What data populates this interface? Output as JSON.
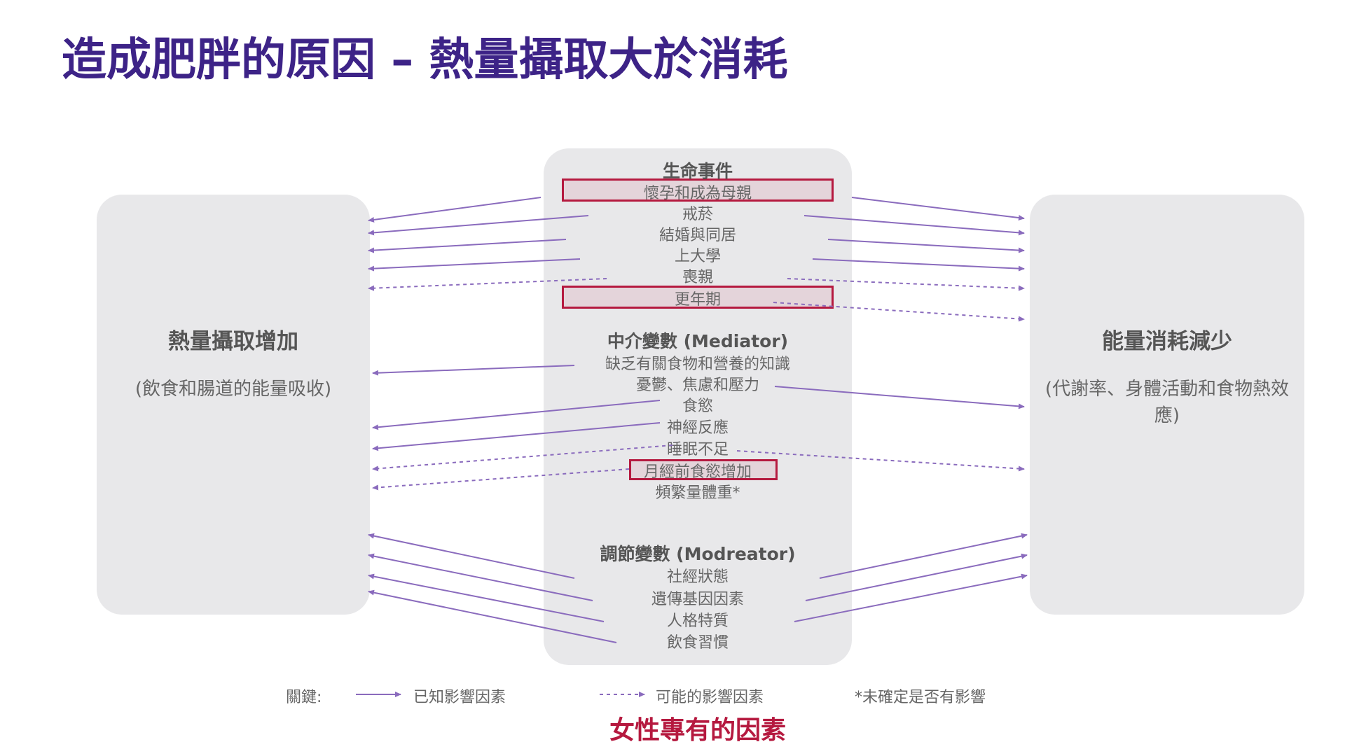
{
  "title": "造成肥胖的原因 – 熱量攝取大於消耗",
  "left_box": {
    "title": "熱量攝取增加",
    "subtitle": "(飲食和腸道的能量吸收)"
  },
  "right_box": {
    "title": "能量消耗減少",
    "subtitle": "(代謝率、身體活動和食物熱效應)"
  },
  "center": {
    "life_events": {
      "heading": "生命事件",
      "items": [
        "懷孕和成為母親",
        "戒菸",
        "結婚與同居",
        "上大學",
        "喪親",
        "更年期"
      ]
    },
    "mediator": {
      "heading": "中介變數 (Mediator)",
      "items": [
        "缺乏有關食物和營養的知識",
        "憂鬱、焦慮和壓力",
        "食慾",
        "神經反應",
        "睡眠不足",
        "月經前食慾增加",
        "頻繁量體重*"
      ]
    },
    "moderator": {
      "heading": "調節變數 (Modreator)",
      "items": [
        "社經狀態",
        "遺傳基因因素",
        "人格特質",
        "飲食習慣"
      ]
    }
  },
  "legend": {
    "key_label": "關鍵:",
    "known_label": "已知影響因素",
    "possible_label": "可能的影響因素",
    "uncertain_label": "*未確定是否有影響"
  },
  "female_note": "女性專有的因素",
  "colors": {
    "title": "#3d2387",
    "arrow": "#8a6bbd",
    "highlight": "#b5193f",
    "box": "#e8e8ea"
  }
}
